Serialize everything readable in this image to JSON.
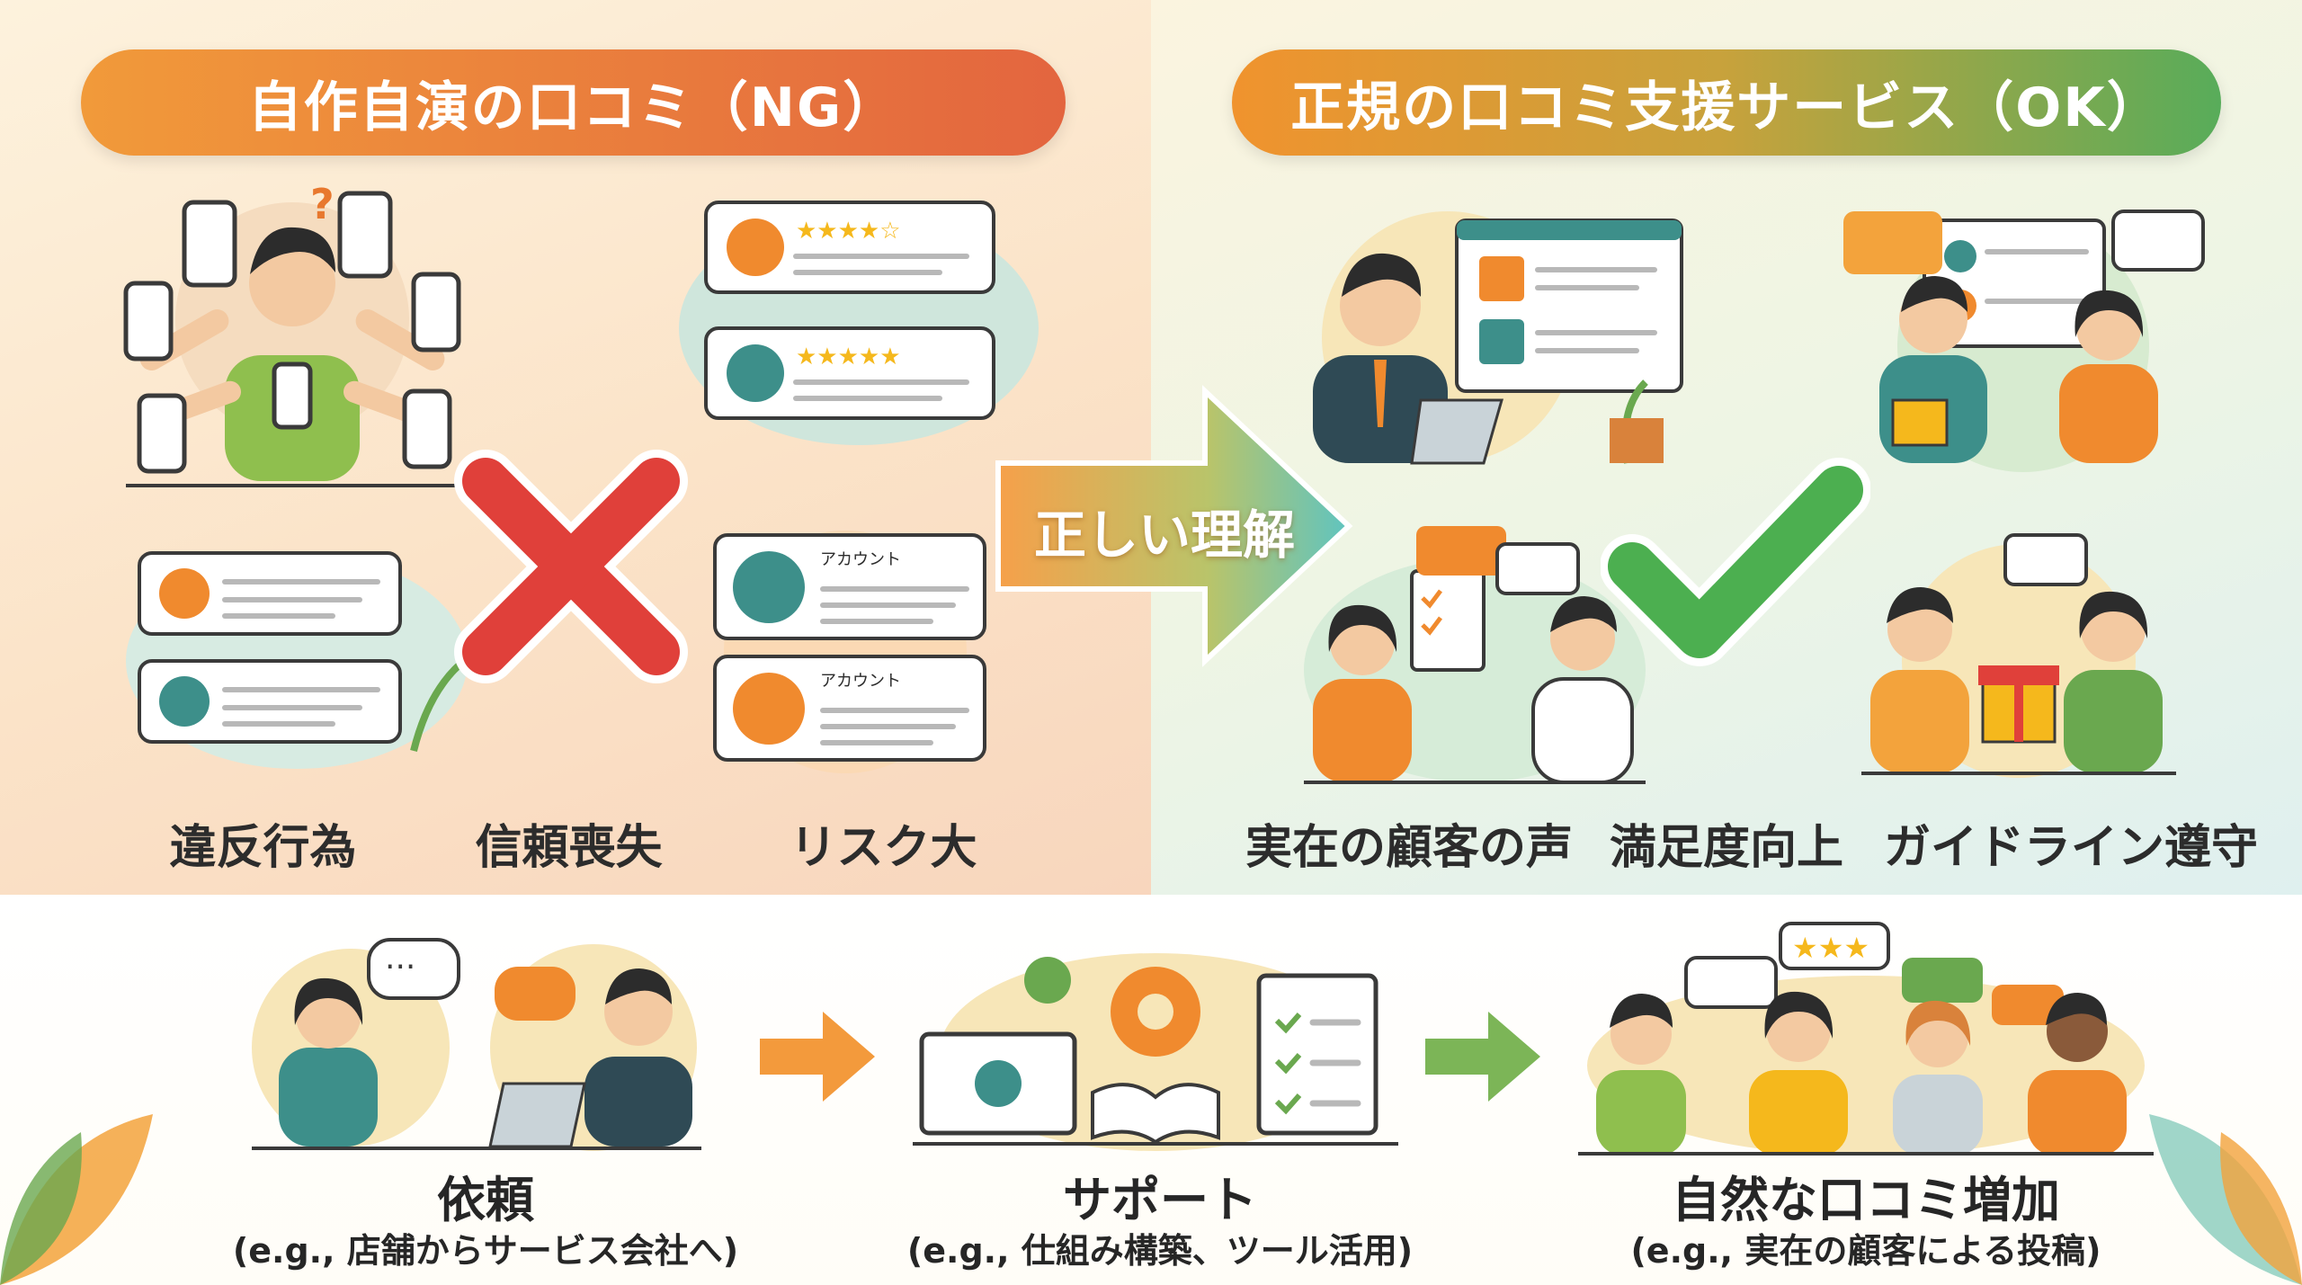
{
  "left": {
    "banner": "自作自演の口コミ（NG）",
    "account_label_1": "アカウント",
    "account_label_2": "アカウント",
    "captions": [
      "違反行為",
      "信頼喪失",
      "リスク大"
    ]
  },
  "center": {
    "arrow_label": "正しい理解"
  },
  "right": {
    "banner": "正規の口コミ支援サービス（OK）",
    "captions": [
      "実在の顧客の声",
      "満足度向上",
      "ガイドライン遵守"
    ]
  },
  "bottom": {
    "steps": [
      {
        "title": "依頼",
        "sub": "(e.g., 店舗からサービス会社へ)"
      },
      {
        "title": "サポート",
        "sub": "(e.g., 仕組み構築、ツール活用)"
      },
      {
        "title": "自然な口コミ増加",
        "sub": "(e.g., 実在の顧客による投稿)"
      }
    ]
  },
  "colors": {
    "ng_red": "#e0403a",
    "ok_green": "#4caf50",
    "orange": "#f08a2e",
    "teal": "#3d8f8a"
  }
}
